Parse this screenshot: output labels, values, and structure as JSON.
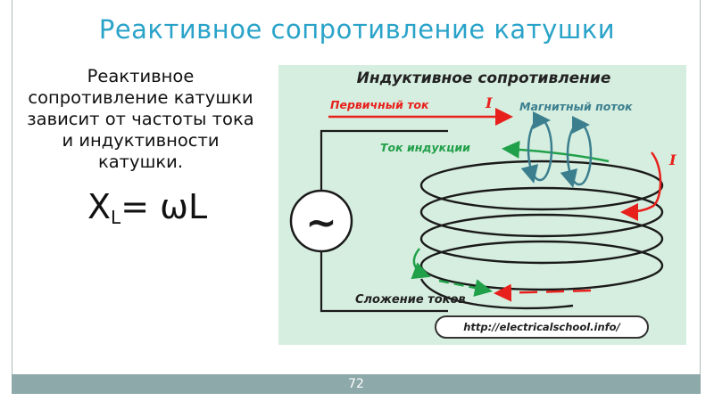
{
  "slide": {
    "title": "Реактивное сопротивление катушки",
    "body": "Реактивное сопротивление катушки зависит от частоты тока и индуктивности катушки.",
    "formula": {
      "lhs_main": "X",
      "lhs_sub": "L",
      "rhs": "= ωL"
    },
    "page_number": "72"
  },
  "figure": {
    "heading": "Индуктивное сопротивление",
    "primary_current": "Первичный ток",
    "current_symbol": "I",
    "magnetic_flux": "Магнитный поток",
    "induced_current": "Ток индукции",
    "current_sum": "Сложение токов",
    "source_symbol": "~",
    "url": "http://electricalschool.info/"
  },
  "colors": {
    "title": "#2aa3c9",
    "figure_background": "#d6eedf",
    "primary_current": "#e8201c",
    "induced_current": "#21a04a",
    "magnetic_flux": "#3b7f8f",
    "footer": "#8ea9a9"
  }
}
